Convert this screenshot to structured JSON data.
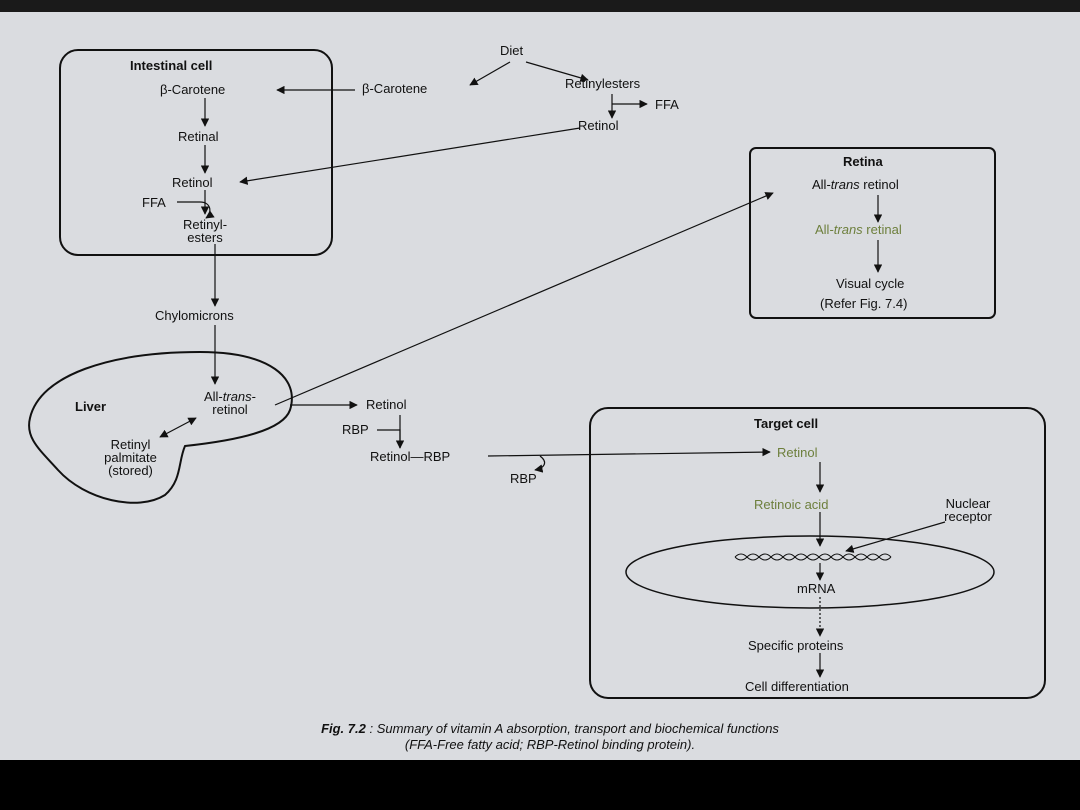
{
  "diagram": {
    "source": "Diet",
    "intestinal": {
      "title": "Intestinal cell",
      "beta_carotene_in": "β-Carotene",
      "beta_carotene_out": "β-Carotene",
      "retinal": "Retinal",
      "retinol": "Retinol",
      "ffa": "FFA",
      "retinyl_esters": [
        "Retinyl-",
        "esters"
      ]
    },
    "diet_path": {
      "retinylesters": "Retinylesters",
      "ffa": "FFA",
      "retinol": "Retinol"
    },
    "chylomicrons": "Chylomicrons",
    "liver": {
      "title": "Liver",
      "all_trans_retinol": [
        "All-",
        "trans",
        "-",
        "retinol"
      ],
      "retinyl_palmitate": [
        "Retinyl",
        "palmitate",
        "(stored)"
      ]
    },
    "transport": {
      "retinol": "Retinol",
      "rbp_in": "RBP",
      "retinol_rbp": "Retinol—RBP",
      "rbp_out": "RBP"
    },
    "retina": {
      "title": "Retina",
      "all_trans_retinol": [
        "All-",
        "trans",
        " retinol"
      ],
      "all_trans_retinal": [
        "All-",
        "trans",
        " retinal"
      ],
      "visual_cycle": "Visual cycle",
      "refer": "(Refer Fig. 7.4)"
    },
    "target": {
      "title": "Target cell",
      "retinol": "Retinol",
      "retinoic_acid": "Retinoic acid",
      "nuclear_receptor": [
        "Nuclear",
        "receptor"
      ],
      "mrna": "mRNA",
      "specific_proteins": "Specific proteins",
      "cell_differentiation": "Cell differentiation"
    }
  },
  "caption": {
    "fig": "Fig. 7.2",
    "line1": " : Summary of vitamin A absorption, transport and biochemical functions",
    "line2": "(FFA-Free fatty acid; RBP-Retinol binding protein)."
  },
  "colors": {
    "page": "#dadce0",
    "ink": "#111111",
    "green_text": "#6d7f3c"
  }
}
